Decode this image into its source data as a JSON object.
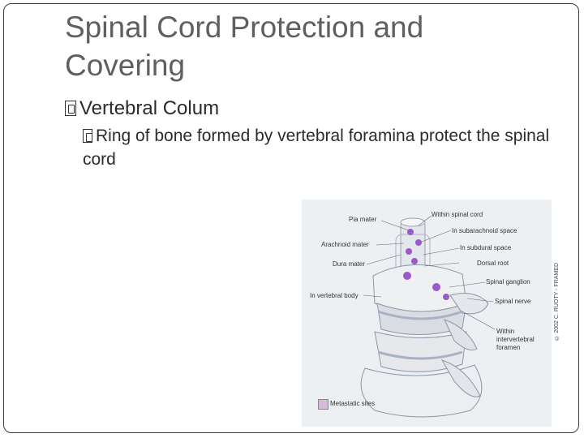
{
  "slide": {
    "title": "Spinal Cord Protection and Covering",
    "bullet1": "Vertebral Colum",
    "bullet2": "Ring of bone formed by vertebral foramina protect the spinal cord"
  },
  "figure": {
    "labels": {
      "pia": "Pia mater",
      "arachnoid": "Arachnoid mater",
      "dura": "Dura mater",
      "vertebral_body": "In vertebral body",
      "within_cord": "Within spinal cord",
      "subarachnoid": "In subarachnoid space",
      "subdural": "In subdural space",
      "dorsal_root": "Dorsal root",
      "ganglion": "Spinal ganglion",
      "nerve": "Spinal nerve",
      "foramen": "Within intervertebral foramen",
      "legend": "Metastatic sites",
      "copyright": "© 2002 C. RUOTY - FRAMED"
    },
    "colors": {
      "bone": "#e9ebee",
      "shadow": "#a8b2c4",
      "metastasis": "#9a58c8",
      "legend": "#d9b9d7"
    }
  }
}
